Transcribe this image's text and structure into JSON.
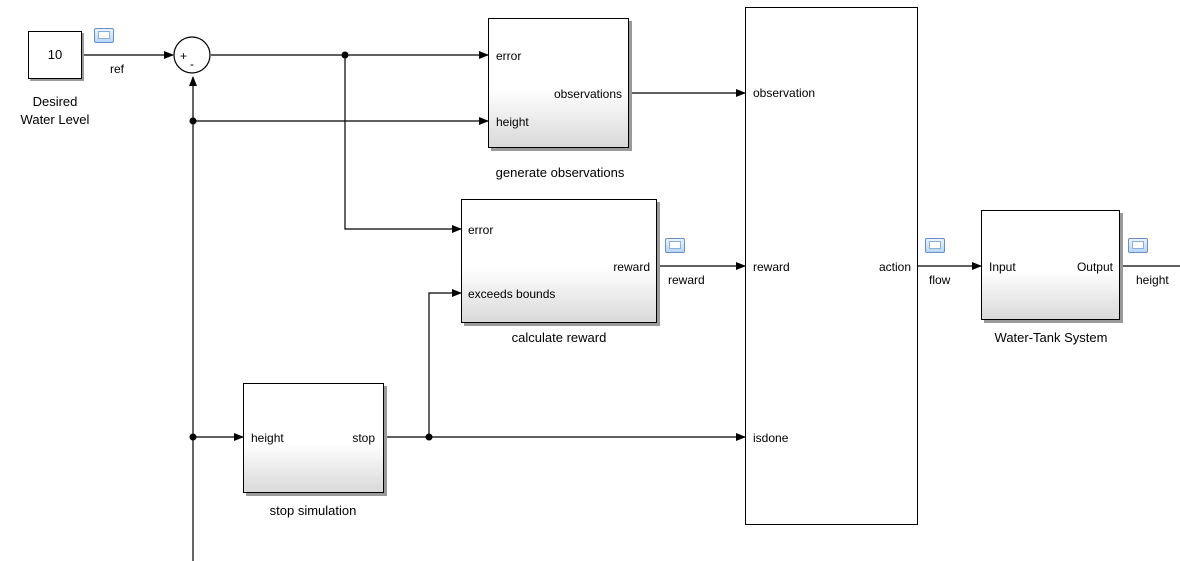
{
  "constant_block": {
    "value": "10",
    "caption_line1": "Desired",
    "caption_line2": "Water Level",
    "signal": "ref"
  },
  "sum_block": {
    "signs": "+ -"
  },
  "generate_observations": {
    "in_error": "error",
    "in_height": "height",
    "out": "observations",
    "caption": "generate observations"
  },
  "calculate_reward": {
    "in_error": "error",
    "in_exceeds": "exceeds bounds",
    "out": "reward",
    "caption": "calculate reward",
    "signal": "reward"
  },
  "stop_simulation": {
    "in_height": "height",
    "out": "stop",
    "caption": "stop simulation"
  },
  "agent_block": {
    "in_observation": "observation",
    "in_reward": "reward",
    "in_isdone": "isdone",
    "out_action": "action"
  },
  "water_tank": {
    "in": "Input",
    "out": "Output",
    "caption": "Water-Tank System",
    "signal_in": "flow",
    "signal_out": "height"
  },
  "colors": {
    "line": "#000000",
    "viewer": "#b9d6f7",
    "shadow": "#9a9a9a"
  }
}
